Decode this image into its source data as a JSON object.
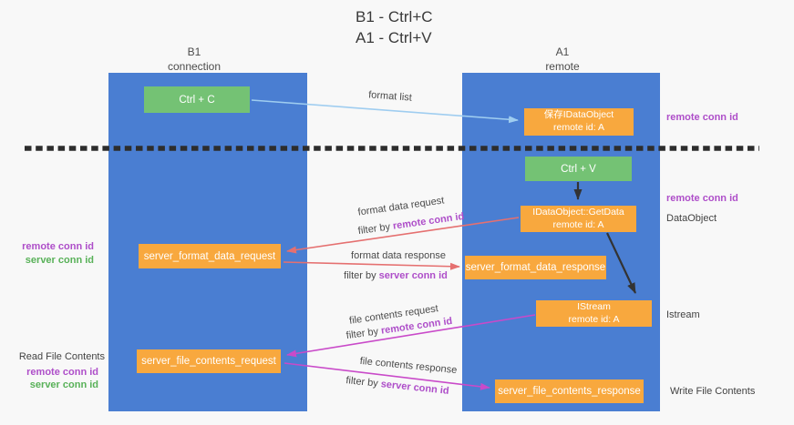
{
  "title": {
    "line1": "B1 - Ctrl+C",
    "line2": "A1 - Ctrl+V"
  },
  "columns": {
    "left": {
      "name": "B1",
      "role": "connection"
    },
    "right": {
      "name": "A1",
      "role": "remote"
    }
  },
  "nodes": {
    "ctrl_c": {
      "label": "Ctrl + C"
    },
    "save_dataobject": {
      "line1": "保存IDataObject",
      "line2": "remote id: A"
    },
    "ctrl_v": {
      "label": "Ctrl + V"
    },
    "getdata": {
      "line1": "IDataObject::GetData",
      "line2": "remote id: A"
    },
    "format_request": {
      "label": "server_format_data_request"
    },
    "format_response": {
      "label": "server_format_data_response"
    },
    "istream": {
      "line1": "IStream",
      "line2": "remote id: A"
    },
    "file_request": {
      "label": "server_file_contents_request"
    },
    "file_response": {
      "label": "server_file_contents_response"
    }
  },
  "arrow_labels": {
    "format_list": "format list",
    "format_data_request": "format data request",
    "format_data_response": "format data response",
    "file_contents_request": "file contents request",
    "file_contents_response": "file contents response"
  },
  "filters": {
    "f1": {
      "prefix": "filter by ",
      "id": "remote conn id"
    },
    "f2": {
      "prefix": "filter by ",
      "id": "server conn id"
    },
    "f3": {
      "prefix": "filter by ",
      "id": "remote conn id"
    },
    "f4": {
      "prefix": "filter by ",
      "id": "server conn id"
    }
  },
  "left_margin": {
    "remote_conn_id": "remote conn id",
    "server_conn_id": "server conn id",
    "read_file_contents": "Read File Contents",
    "remote_conn_id_2": "remote conn id",
    "server_conn_id_2": "server conn id"
  },
  "right_margin": {
    "remote_conn_id_top": "remote conn id",
    "remote_conn_id_mid": "remote conn id",
    "dataobject": "DataObject",
    "istream": "Istream",
    "write_file_contents": "Write File Contents"
  },
  "colors": {
    "column_blue": "#4a7ed2",
    "node_orange": "#f8a83e",
    "node_green": "#74c274",
    "arrow_salmon": "#e57070",
    "arrow_magenta": "#c94ac9",
    "arrow_lightblue": "#9fcdf0",
    "arrow_black": "#333333",
    "id_purple": "#ae4ec9",
    "id_green": "#58b158",
    "dashed_line": "#2d2d2d"
  }
}
